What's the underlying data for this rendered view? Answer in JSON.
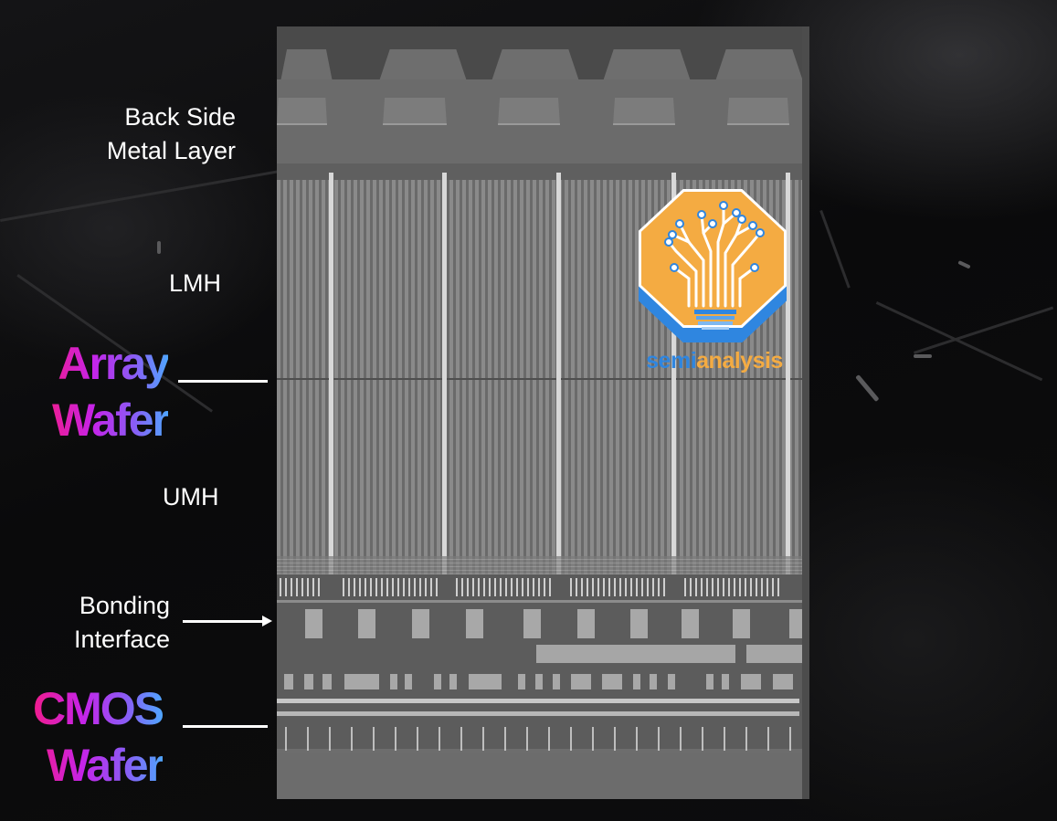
{
  "labels": {
    "back_side_metal_line1": "Back Side",
    "back_side_metal_line2": "Metal Layer",
    "lmh": "LMH",
    "array_wafer_line1": "Array",
    "array_wafer_line2": "Wafer",
    "umh": "UMH",
    "bonding_interface_line1": "Bonding",
    "bonding_interface_line2": "Interface",
    "cmos_wafer_line1": "CMOS",
    "cmos_wafer_line2": "Wafer"
  },
  "logo": {
    "text_part1": "semi",
    "text_part2": "analysis",
    "colors": {
      "orange": "#f4ab42",
      "blue": "#2f86e0"
    }
  },
  "colors": {
    "background": "#0b0b0c",
    "label_text": "#ffffff",
    "gradient_start": "#ff1a6e",
    "gradient_mid": "#c623e8",
    "gradient_end": "#4fa6ff"
  }
}
